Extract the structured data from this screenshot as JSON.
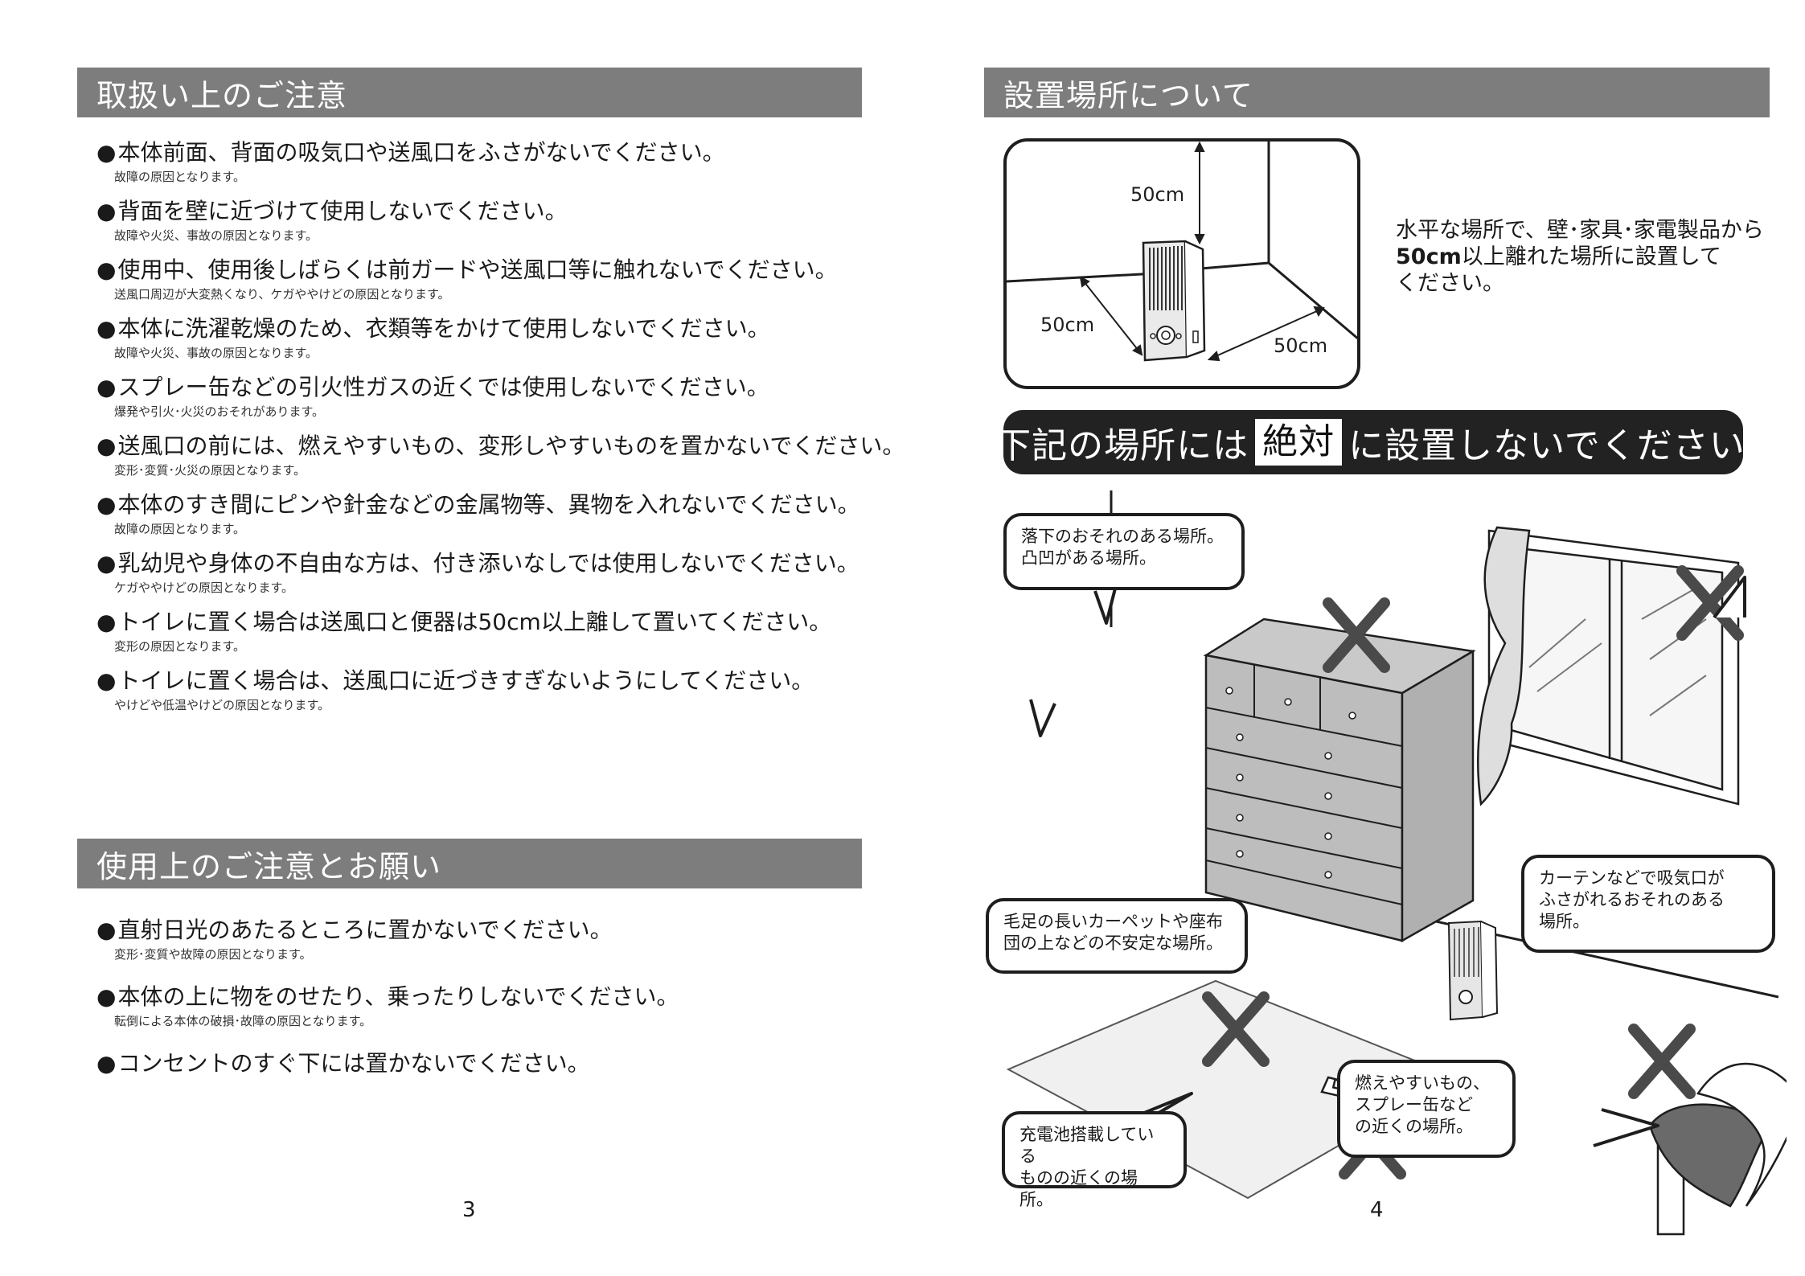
{
  "left_page": {
    "section1": {
      "title": "取扱い上のご注意",
      "items": [
        {
          "text": "本体前面、背面の吸気口や送風口をふさがないでください。",
          "note": "故障の原因となります。"
        },
        {
          "text": "背面を壁に近づけて使用しないでください。",
          "note": "故障や火災、事故の原因となります。"
        },
        {
          "text": "使用中、使用後しばらくは前ガードや送風口等に触れないでください。",
          "note": "送風口周辺が大変熱くなり、ケガややけどの原因となります。"
        },
        {
          "text": "本体に洗濯乾燥のため、衣類等をかけて使用しないでください。",
          "note": "故障や火災、事故の原因となります。"
        },
        {
          "text": "スプレー缶などの引火性ガスの近くでは使用しないでください。",
          "note": "爆発や引火･火災のおそれがあります。"
        },
        {
          "text": "送風口の前には、燃えやすいもの、変形しやすいものを置かないでください。",
          "note": "変形･変質･火災の原因となります。"
        },
        {
          "text": "本体のすき間にピンや針金などの金属物等、異物を入れないでください。",
          "note": "故障の原因となります。"
        },
        {
          "text": "乳幼児や身体の不自由な方は、付き添いなしでは使用しないでください。",
          "note": "ケガややけどの原因となります。"
        },
        {
          "text": "トイレに置く場合は送風口と便器は50cm以上離して置いてください。",
          "note": "変形の原因となります。"
        },
        {
          "text": "トイレに置く場合は、送風口に近づきすぎないようにしてください。",
          "note": "やけどや低温やけどの原因となります。"
        }
      ]
    },
    "section2": {
      "title": "使用上のご注意とお願い",
      "items": [
        {
          "text": "直射日光のあたるところに置かないでください。",
          "note": "変形･変質や故障の原因となります。"
        },
        {
          "text": "本体の上に物をのせたり、乗ったりしないでください。",
          "note": "転倒による本体の破損･故障の原因となります。"
        },
        {
          "text": "コンセントのすぐ下には置かないでください。",
          "note": ""
        }
      ]
    },
    "page_number": "3"
  },
  "right_page": {
    "section_title": "設置場所について",
    "diagram_labels": {
      "top": "50cm",
      "left": "50cm",
      "right": "50cm"
    },
    "description": {
      "line1": "水平な場所で、壁･家具･家電製品から",
      "line2_bold": "50cm",
      "line2_rest": "以上離れた場所に設置して",
      "line3": "ください。"
    },
    "warning": {
      "prefix": "※下記の場所には",
      "emphasis": "絶対",
      "suffix": "に設置しないでください。"
    },
    "callouts": {
      "fall": "落下のおそれのある場所。\n凸凹がある場所。",
      "curtain": "カーテンなどで吸気口が\nふさがれるおそれのある\n場所。",
      "carpet": "毛足の長いカーペットや座布\n団の上などの不安定な場所。",
      "battery": "充電池搭載している\nものの近くの場所。",
      "flammable": "燃えやすいもの、\nスプレー缶など\nの近くの場所。"
    },
    "page_number": "4"
  }
}
